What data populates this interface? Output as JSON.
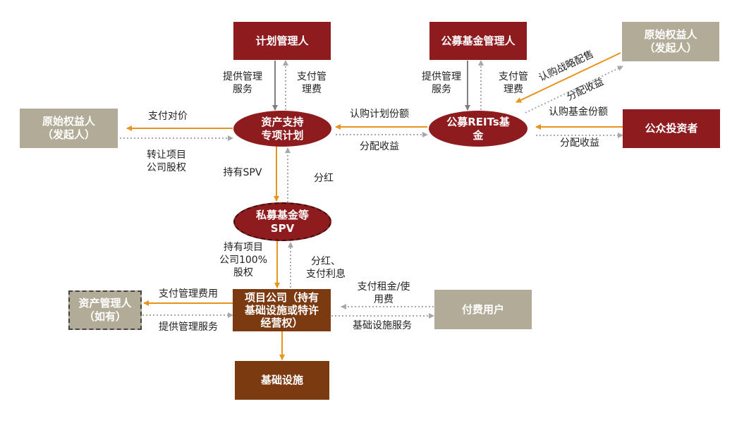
{
  "nodes": {
    "plan_manager": "计划管理人",
    "fund_manager": "公募基金管理人",
    "original_right": "原始权益人\n（发起人）",
    "original_left": "原始权益人\n（发起人）",
    "public_investors": "公众投资者",
    "abs_plan": "资产支持\n专项计划",
    "reits_fund": "公募REITs基\n金",
    "spv": "私募基金等\nSPV",
    "project_company": "项目公司（持有\n基础设施或特许\n经营权）",
    "asset_manager": "资产管理人\n（如有）",
    "paying_users": "付费用户",
    "infrastructure": "基础设施"
  },
  "labels": {
    "provide_mgmt_service_1": "提供管理\n服务",
    "pay_mgmt_fee_1": "支付管\n理费",
    "provide_mgmt_service_2": "提供管理\n服务",
    "pay_mgmt_fee_2": "支付管\n理费",
    "subscribe_strategic": "认购战略配售",
    "distribute_income_diag": "分配收益",
    "subscribe_fund_shares": "认购基金份额",
    "distribute_income_right": "分配收益",
    "subscribe_plan_shares": "认购计划份额",
    "distribute_income_mid": "分配收益",
    "pay_consideration": "支付对价",
    "transfer_equity": "转让项目\n公司股权",
    "hold_spv": "持有SPV",
    "dividend": "分红",
    "hold_100": "持有项目\n公司100%\n股权",
    "dividend_interest": "分红、\n支付利息",
    "pay_mgmt_fee_3": "支付管理费用",
    "provide_mgmt_service_3": "提供管理服务",
    "pay_rent": "支付租金/使\n用费",
    "infra_service": "基础设施服务"
  },
  "colors": {
    "node_red": "#8e1b1e",
    "node_gray": "#b1ab97",
    "node_brown": "#7b3a10",
    "arrow_orange": "#e8941c",
    "arrow_gray": "#7f7f7f",
    "arrow_dotted": "#a8a8a8"
  }
}
